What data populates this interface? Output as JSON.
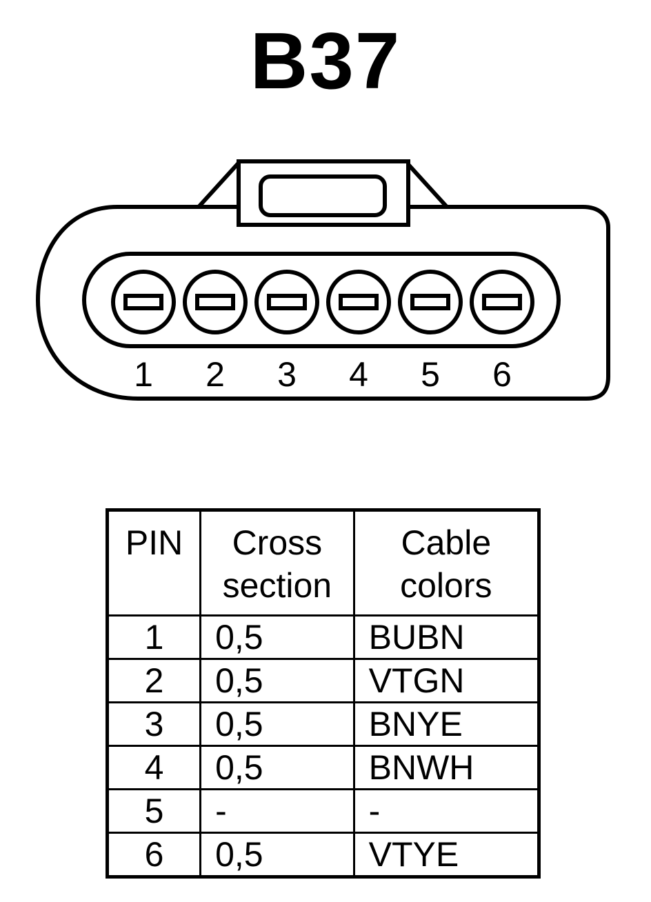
{
  "title": "B37",
  "connector": {
    "pins": [
      "1",
      "2",
      "3",
      "4",
      "5",
      "6"
    ]
  },
  "table": {
    "headers": {
      "pin": "PIN",
      "cross_line1": "Cross",
      "cross_line2": "section",
      "color_line1": "Cable",
      "color_line2": "colors"
    },
    "rows": [
      {
        "pin": "1",
        "cross": "0,5",
        "color": "BUBN"
      },
      {
        "pin": "2",
        "cross": "0,5",
        "color": "VTGN"
      },
      {
        "pin": "3",
        "cross": "0,5",
        "color": "BNYE"
      },
      {
        "pin": "4",
        "cross": "0,5",
        "color": "BNWH"
      },
      {
        "pin": "5",
        "cross": "-",
        "color": "-"
      },
      {
        "pin": "6",
        "cross": "0,5",
        "color": "VTYE"
      }
    ]
  }
}
